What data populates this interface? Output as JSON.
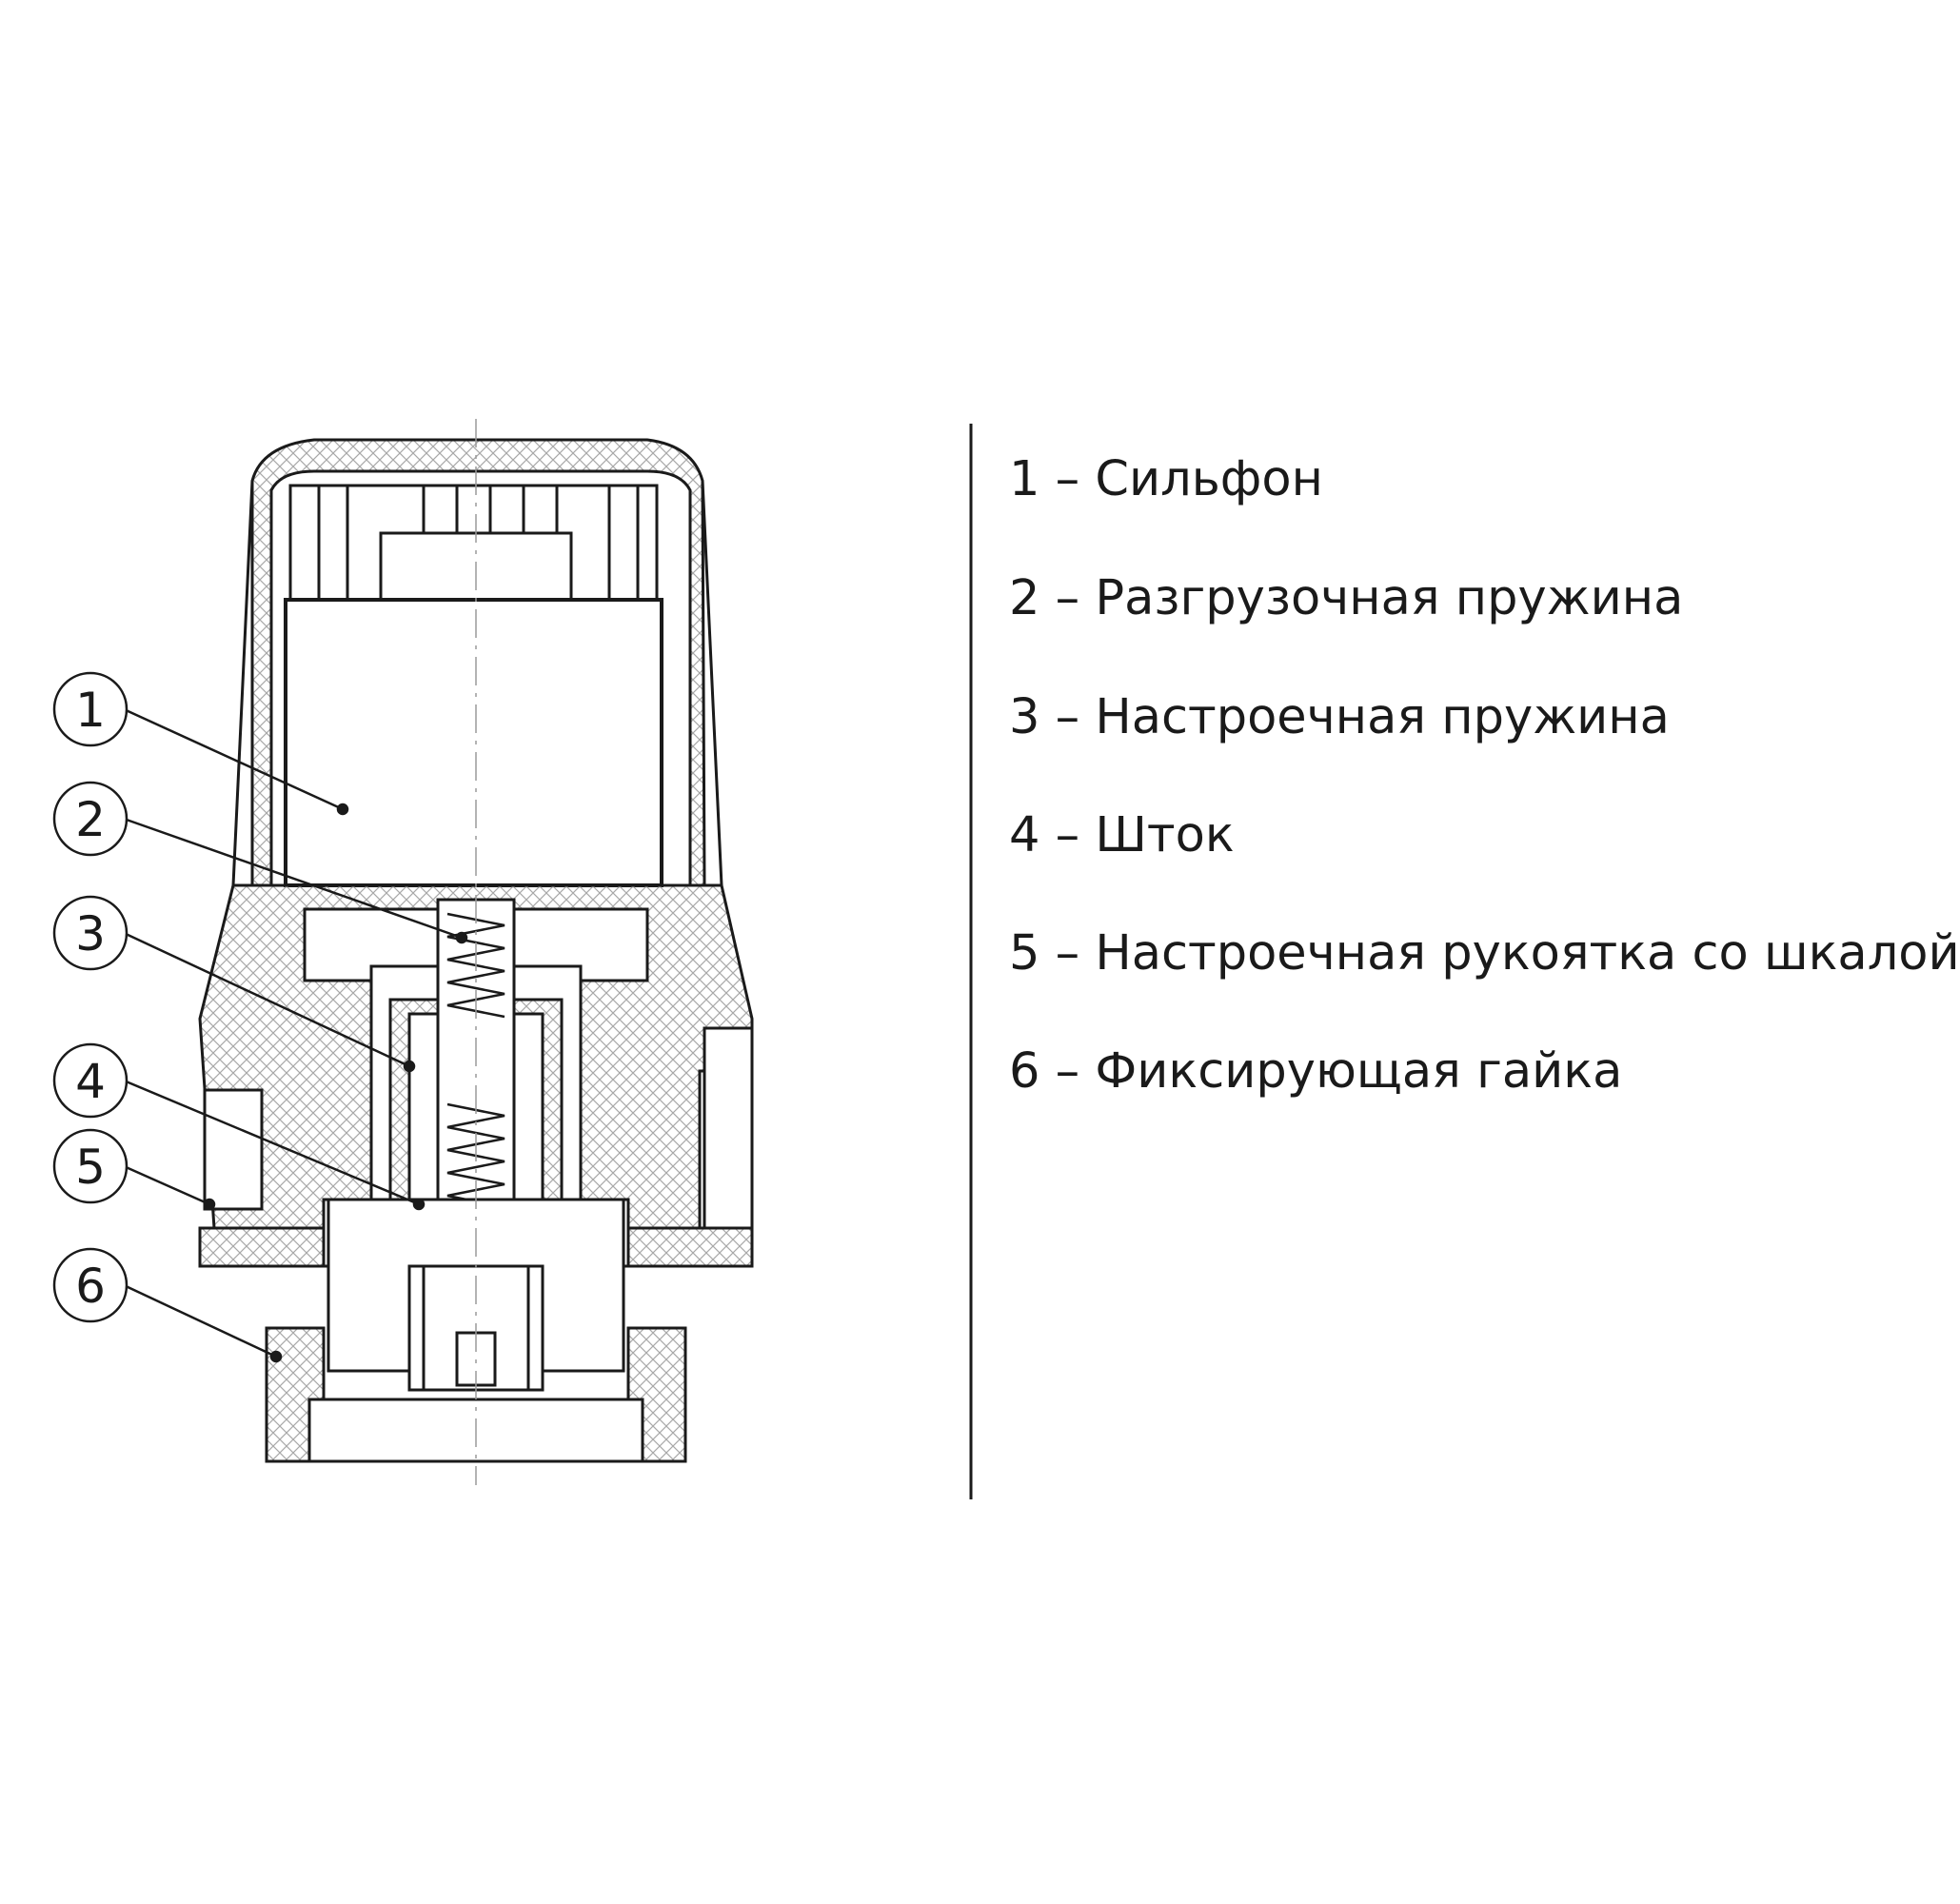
{
  "callouts": [
    "1",
    "2",
    "3",
    "4",
    "5",
    "6"
  ],
  "legend": [
    "1 – Сильфон",
    "2 – Разгрузочная пружина",
    "3 – Настроечная пружина",
    "4 – Шток",
    "5 – Настроечная рукоятка со шкалой",
    "6 – Фиксирующая гайка"
  ],
  "colors": {
    "line": "#1a1a1a",
    "hatch": "#9a9a9a",
    "background": "#ffffff"
  }
}
